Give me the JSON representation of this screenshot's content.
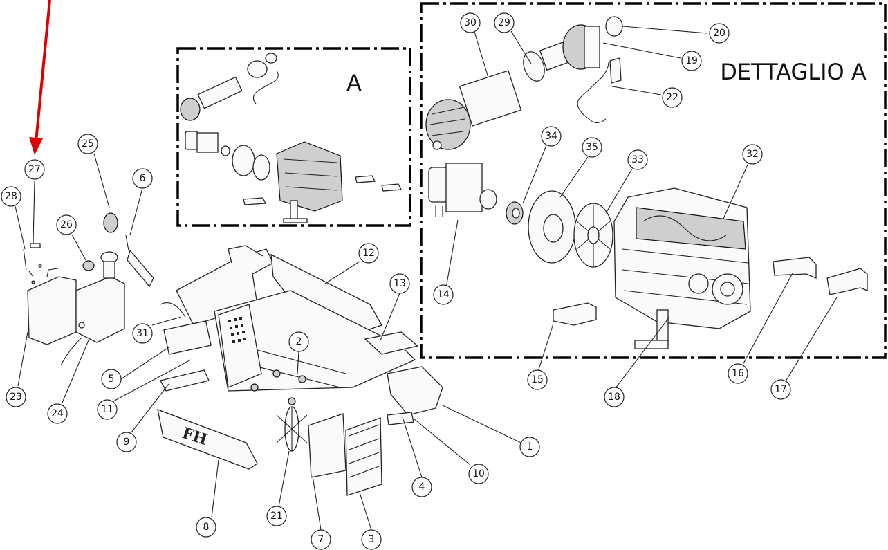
{
  "diagram": {
    "detail_box_small_label": "A",
    "detail_box_large_label": "DETTAGLIO A",
    "guard_brand": "FH",
    "highlight_color": "#e00000",
    "highlighted_callout": "27",
    "callouts": [
      {
        "id": "c1",
        "text": "1"
      },
      {
        "id": "c2",
        "text": "2"
      },
      {
        "id": "c3",
        "text": "3"
      },
      {
        "id": "c4",
        "text": "4"
      },
      {
        "id": "c5",
        "text": "5"
      },
      {
        "id": "c6",
        "text": "6"
      },
      {
        "id": "c7",
        "text": "7"
      },
      {
        "id": "c8",
        "text": "8"
      },
      {
        "id": "c9",
        "text": "9"
      },
      {
        "id": "c10",
        "text": "10"
      },
      {
        "id": "c11",
        "text": "11"
      },
      {
        "id": "c12",
        "text": "12"
      },
      {
        "id": "c13",
        "text": "13"
      },
      {
        "id": "c14",
        "text": "14"
      },
      {
        "id": "c15",
        "text": "15"
      },
      {
        "id": "c16",
        "text": "16"
      },
      {
        "id": "c17",
        "text": "17"
      },
      {
        "id": "c18",
        "text": "18"
      },
      {
        "id": "c19",
        "text": "19"
      },
      {
        "id": "c20",
        "text": "20"
      },
      {
        "id": "c21",
        "text": "21"
      },
      {
        "id": "c22",
        "text": "22"
      },
      {
        "id": "c23",
        "text": "23"
      },
      {
        "id": "c24",
        "text": "24"
      },
      {
        "id": "c25",
        "text": "25"
      },
      {
        "id": "c26",
        "text": "26"
      },
      {
        "id": "c27",
        "text": "27"
      },
      {
        "id": "c28",
        "text": "28"
      },
      {
        "id": "c29",
        "text": "29"
      },
      {
        "id": "c30",
        "text": "30"
      },
      {
        "id": "c31",
        "text": "31"
      },
      {
        "id": "c32",
        "text": "32"
      },
      {
        "id": "c33",
        "text": "33"
      },
      {
        "id": "c34",
        "text": "34"
      },
      {
        "id": "c35",
        "text": "35"
      }
    ]
  }
}
